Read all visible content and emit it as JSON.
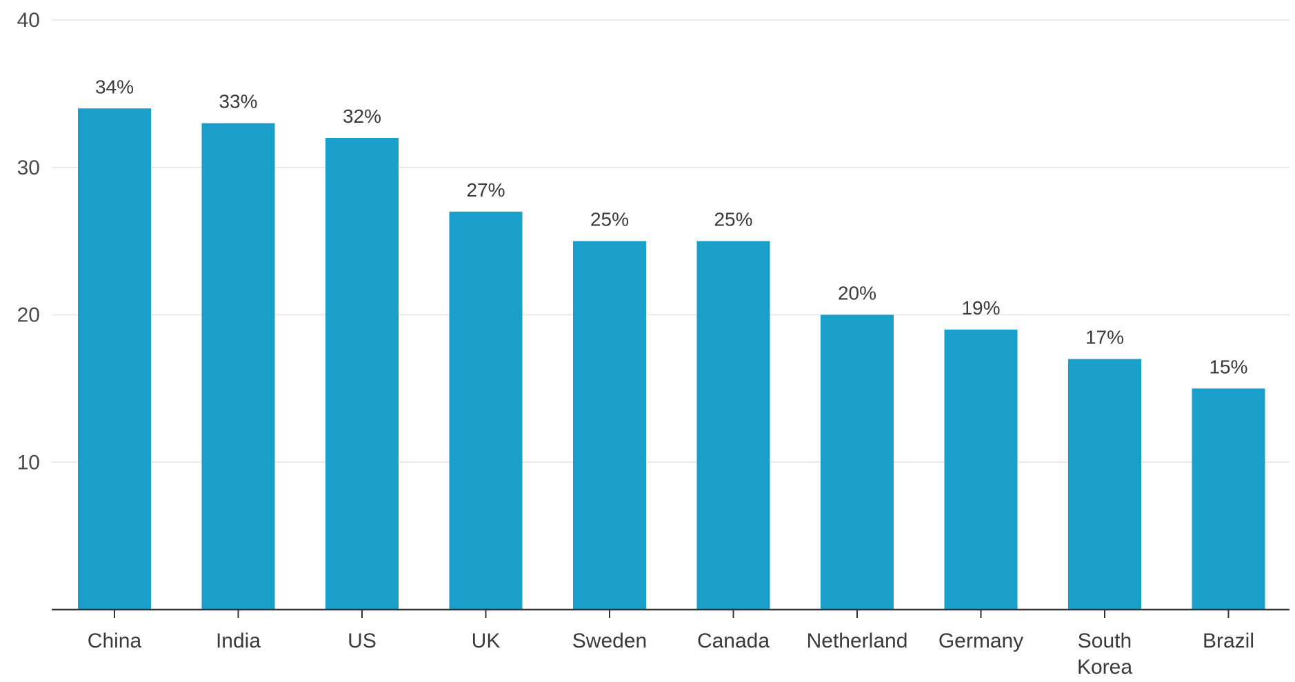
{
  "chart_data": {
    "type": "bar",
    "categories": [
      [
        "China"
      ],
      [
        "India"
      ],
      [
        "US"
      ],
      [
        "UK"
      ],
      [
        "Sweden"
      ],
      [
        "Canada"
      ],
      [
        "Netherland"
      ],
      [
        "Germany"
      ],
      [
        "South",
        "Korea"
      ],
      [
        "Brazil"
      ]
    ],
    "values": [
      34,
      33,
      32,
      27,
      25,
      25,
      20,
      19,
      17,
      15
    ],
    "data_labels": [
      "34%",
      "33%",
      "32%",
      "27%",
      "25%",
      "25%",
      "20%",
      "19%",
      "17%",
      "15%"
    ],
    "y_ticks": [
      10,
      20,
      30,
      40
    ],
    "ylim": [
      0,
      40
    ],
    "grid": true,
    "bar_color": "#1a9fcb"
  }
}
